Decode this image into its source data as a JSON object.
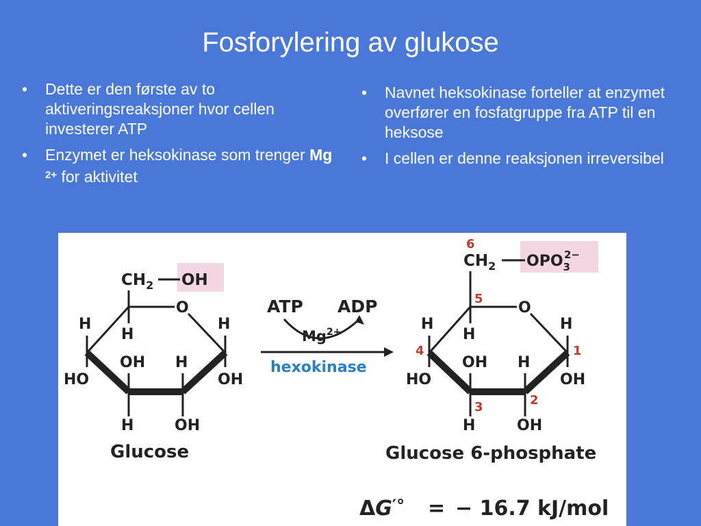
{
  "slide": {
    "title": "Fosforylering av glukose",
    "bullet_symbol": "•",
    "left_bullets": [
      "Dette er den første av to aktiveringsreaksjoner hvor cellen investerer ATP",
      {
        "before": "Enzymet er heksokinase som trenger ",
        "bold": "Mg",
        "sup": "2+",
        "after": " for aktivitet"
      }
    ],
    "right_bullets": [
      "Navnet heksokinase forteller at enzymet overfører en fosfatgruppe fra ATP til en heksose",
      "I cellen er denne reaksjonen irreversibel"
    ]
  },
  "figure": {
    "glucose": {
      "ch2": "CH",
      "ch2_sub": "2",
      "oh_group": "OH",
      "ring_o": "O",
      "labels": {
        "h1": "H",
        "h2": "H",
        "h_top": "H",
        "oh_mid": "OH",
        "h_mid": "H",
        "ho": "HO",
        "oh_right": "OH",
        "h_bottom": "H",
        "oh_bottom": "OH"
      },
      "name": "Glucose"
    },
    "reaction": {
      "atp": "ATP",
      "adp": "ADP",
      "mg": "Mg",
      "mg_sup": "2+",
      "enzyme": "hexokinase"
    },
    "g6p": {
      "ch2": "CH",
      "ch2_sub": "2",
      "opo": "OPO",
      "opo_sub": "3",
      "opo_sup": "2−",
      "ring_o": "O",
      "carbon_numbers": [
        "6",
        "5",
        "4",
        "1",
        "3",
        "2"
      ],
      "labels": {
        "h1": "H",
        "h2": "H",
        "h_top": "H",
        "oh_mid": "OH",
        "h_mid": "H",
        "ho": "HO",
        "oh_right": "OH",
        "h_bottom": "H",
        "oh_bottom": "OH"
      },
      "name": "Glucose 6-phosphate"
    },
    "energy": {
      "delta": "Δ",
      "g": "G",
      "prime": "′°",
      "equals": "=",
      "value": "− 16.7",
      "unit": "kJ/mol"
    },
    "colors": {
      "highlight": "#f5d7e4",
      "numbers": "#c0392b",
      "enzyme": "#2a7fc2"
    }
  }
}
